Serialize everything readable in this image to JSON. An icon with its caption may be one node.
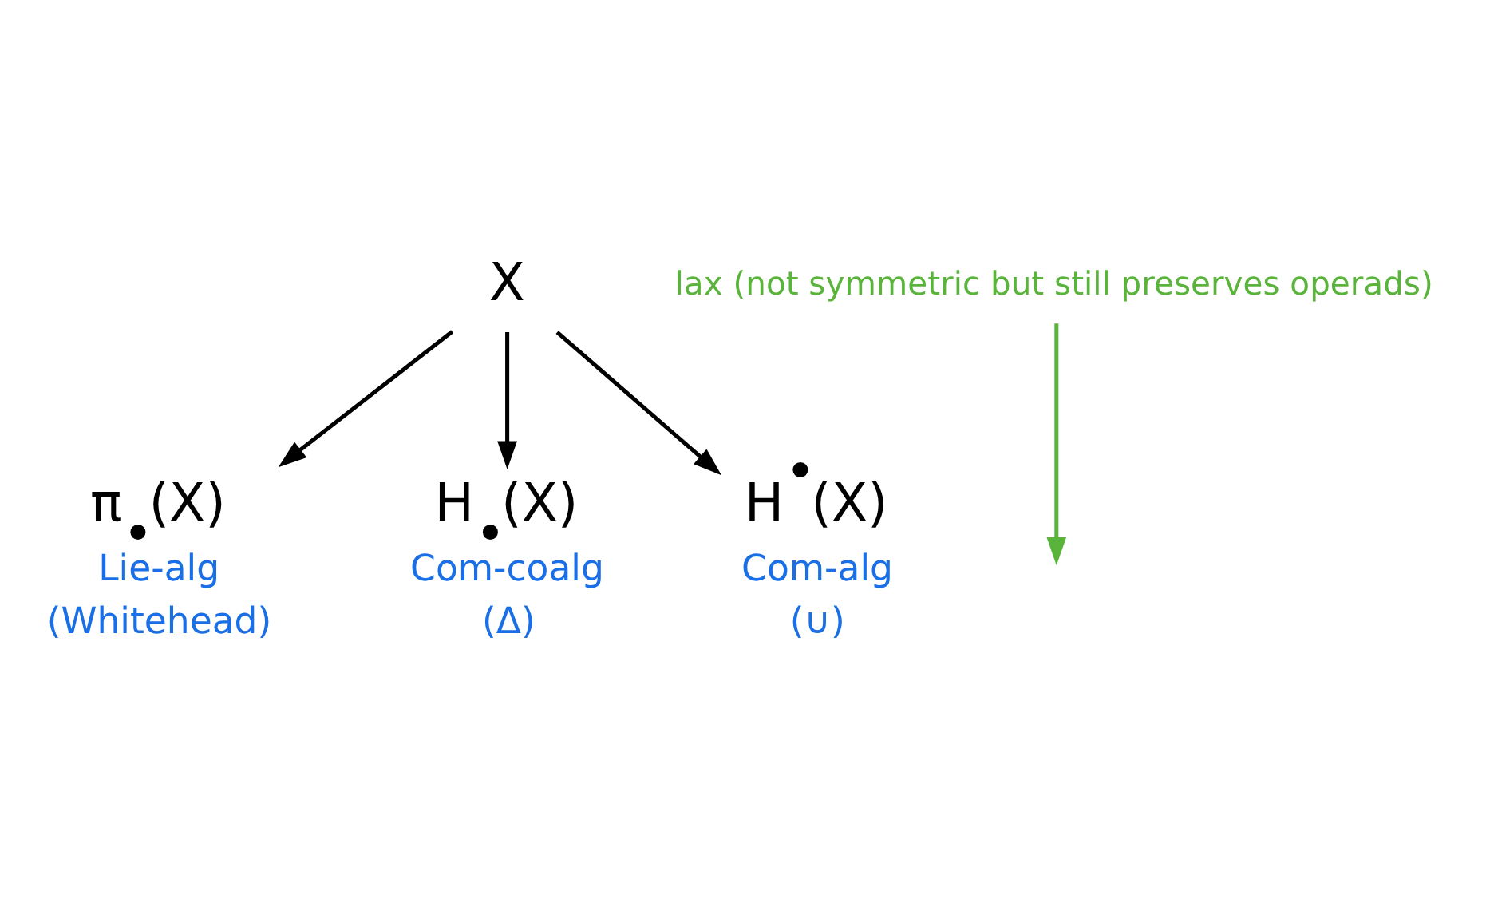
{
  "diagram": {
    "nodes": [
      {
        "text": [
          "X"
        ]
      },
      {
        "text": [
          "π$_{•}$(X)"
        ],
        "beside": [
          "Lie-alg",
          "(Whitehead)"
        ]
      },
      {
        "text": [
          "H$_{•}$(X)"
        ],
        "beside": [
          "Com-coalg",
          "(Δ)"
        ]
      },
      {
        "text": [
          "H$^{•}$(X)"
        ],
        "beside": [
          "Com-alg",
          "(∪)"
        ]
      },
      {
        "text": [
          "lax (not symmetric but still preserves operads)"
        ]
      }
    ],
    "edges": [
      {
        "from": 0,
        "to": 1,
        "arrow": "to"
      },
      {
        "from": 0,
        "to": 2,
        "arrow": "to"
      },
      {
        "from": 0,
        "to": 3,
        "arrow": "to"
      },
      {
        "from": 4,
        "to": null,
        "arrow": "to",
        "color": "#5ab43c"
      }
    ]
  }
}
